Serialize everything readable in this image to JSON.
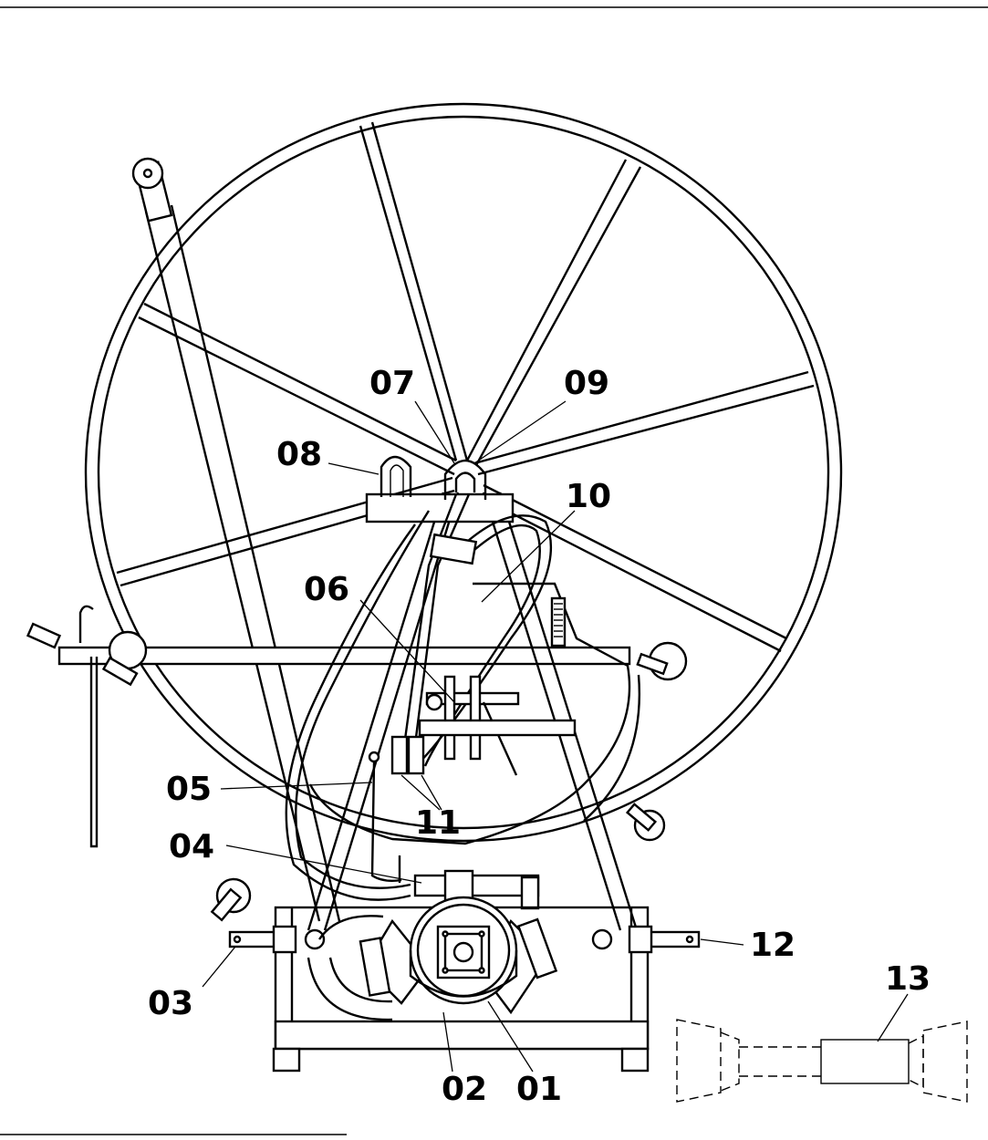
{
  "diagram": {
    "callouts": [
      {
        "id": "01",
        "text": "01"
      },
      {
        "id": "02",
        "text": "02"
      },
      {
        "id": "03",
        "text": "03"
      },
      {
        "id": "04",
        "text": "04"
      },
      {
        "id": "05",
        "text": "05"
      },
      {
        "id": "06",
        "text": "06"
      },
      {
        "id": "07",
        "text": "07"
      },
      {
        "id": "08",
        "text": "08"
      },
      {
        "id": "09",
        "text": "09"
      },
      {
        "id": "10",
        "text": "10"
      },
      {
        "id": "11",
        "text": "11"
      },
      {
        "id": "12",
        "text": "12"
      },
      {
        "id": "13",
        "text": "13"
      }
    ]
  }
}
